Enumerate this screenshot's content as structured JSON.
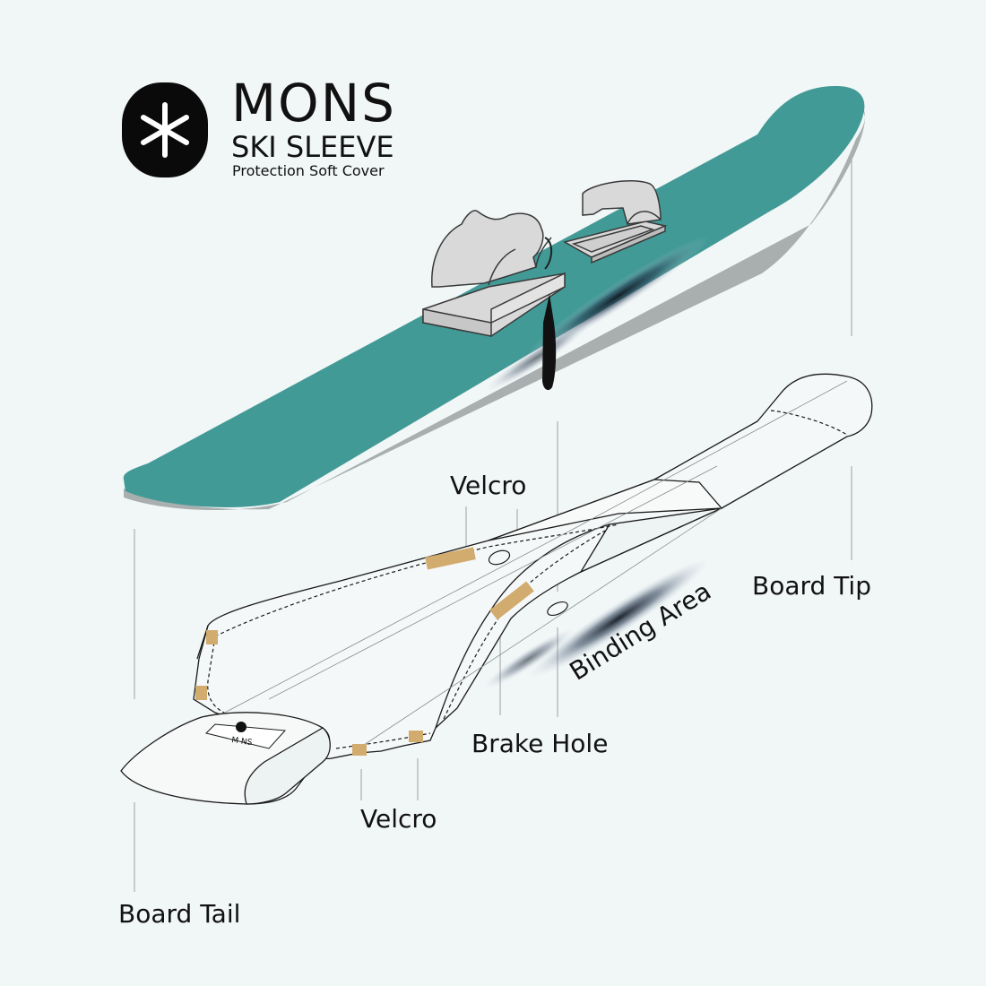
{
  "brand": {
    "wordmark": "MONS",
    "product": "SKI SLEEVE",
    "tagline": "Protection Soft Cover",
    "logo_icon": "asterisk-icon"
  },
  "callouts": {
    "velcro_top": "Velcro",
    "board_tip": "Board Tip",
    "binding_area": "Binding Area",
    "brake_hole": "Brake Hole",
    "velcro_bottom": "Velcro",
    "board_tail": "Board Tail"
  },
  "colors": {
    "background": "#f1f6f6",
    "ski_top": "#429a96",
    "ski_edge": "#a9aeae",
    "binding": "#d9d9d9",
    "velcro": "#d2ab6e",
    "outline": "#1a1a1a"
  }
}
